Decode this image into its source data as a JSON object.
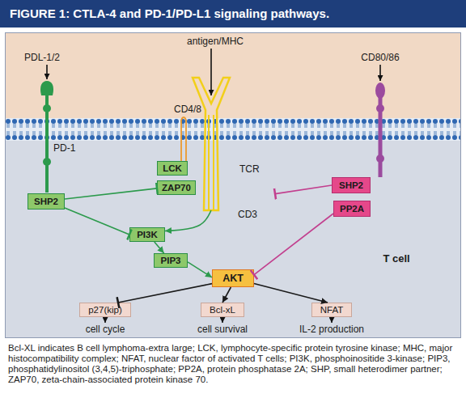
{
  "diagram": {
    "title": "FIGURE 1: CTLA-4 and PD-1/PD-L1 signaling pathways.",
    "caption": "Bcl-XL indicates B cell lymphoma-extra large; LCK, lymphocyte-specific protein tyrosine kinase; MHC, major histocompatibility complex; NFAT, nuclear factor of activated T cells; PI3K, phosphoinositide 3-kinase; PIP3, phosphatidylinositol (3,4,5)-triphosphate; PP2A, protein phosphatase 2A; SHP, small heterodimer partner; ZAP70, zeta-chain-associated protein kinase 70.",
    "nodes": [
      {
        "text": [
          "PD-1"
        ]
      },
      {
        "text": [
          "CD4/8"
        ]
      },
      {
        "text": [
          "TCR",
          "CD3"
        ]
      },
      {
        "text": [
          "LCK"
        ]
      },
      {
        "text": [
          "ZAP70"
        ]
      },
      {
        "text": [
          "SHP2"
        ]
      },
      {
        "text": [
          "SHP2"
        ]
      },
      {
        "text": [
          "PP2A"
        ]
      },
      {
        "text": [
          "PI3K"
        ]
      },
      {
        "text": [
          "PIP3"
        ]
      },
      {
        "text": [
          "AKT"
        ]
      },
      {
        "text": [
          "p27(kip)"
        ]
      },
      {
        "text": [
          "Bcl-xL"
        ]
      },
      {
        "text": [
          "NFAT"
        ]
      }
    ],
    "edges": [
      {
        "from": 5,
        "to": 4,
        "arrow": "to"
      },
      {
        "from": 5,
        "to": 8,
        "arrow": "to"
      },
      {
        "from": 2,
        "to": 8,
        "arrow": "to"
      },
      {
        "from": 8,
        "to": 9,
        "arrow": "to"
      },
      {
        "from": 9,
        "to": 10,
        "arrow": "to"
      },
      {
        "from": 6,
        "to": 2,
        "arrow": "to"
      },
      {
        "from": 7,
        "to": 10,
        "arrow": "to"
      },
      {
        "from": 10,
        "to": 11,
        "arrow": "to"
      },
      {
        "from": 10,
        "to": 12,
        "arrow": "to"
      },
      {
        "from": 10,
        "to": 13,
        "arrow": "to"
      }
    ],
    "labels": [
      "PDL-1/2",
      "antigen/MHC",
      "CD80/86",
      "T cell",
      "cell cycle",
      "cell survival",
      "IL-2 production"
    ]
  }
}
